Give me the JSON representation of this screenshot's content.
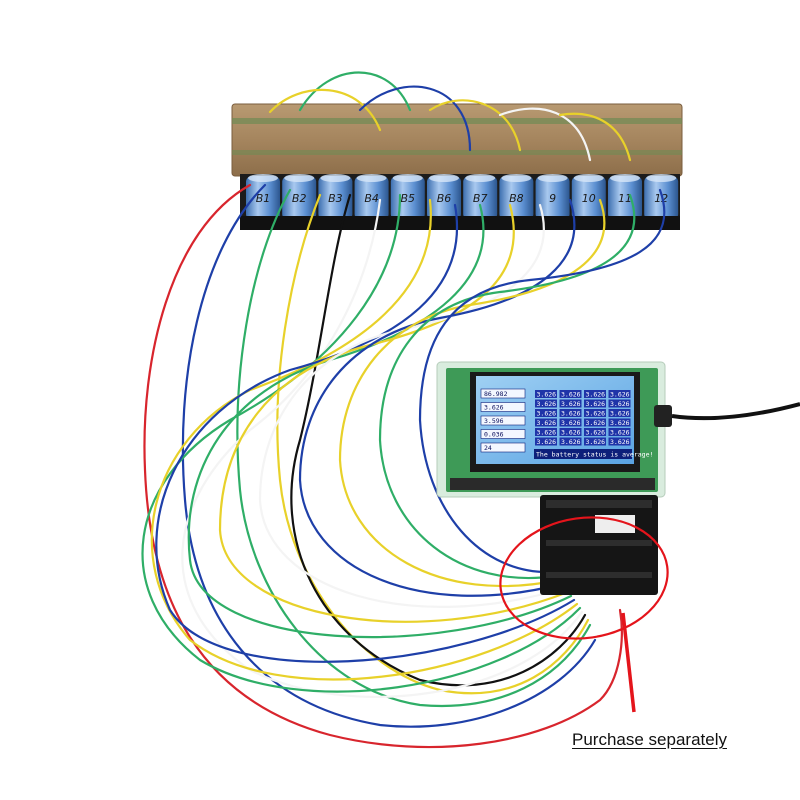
{
  "battery_pack": {
    "cell_labels": [
      "B1",
      "B2",
      "B3",
      "B4",
      "B5",
      "B6",
      "B7",
      "B8",
      "9",
      "10",
      "11",
      "12"
    ]
  },
  "display": {
    "left_values": [
      "86.982",
      "3.626",
      "3.596",
      "0.036",
      "24"
    ],
    "cell_voltages": [
      [
        "3.626",
        "3.626",
        "3.626",
        "3.626"
      ],
      [
        "3.626",
        "3.626",
        "3.626",
        "3.626"
      ],
      [
        "3.626",
        "3.626",
        "3.626",
        "3.626"
      ],
      [
        "3.626",
        "3.626",
        "3.626",
        "3.626"
      ],
      [
        "3.626",
        "3.626",
        "3.626",
        "3.626"
      ],
      [
        "3.626",
        "3.626",
        "3.626",
        "3.626"
      ]
    ],
    "status_message": "The battery status is average!"
  },
  "annotation": {
    "caption": "Purchase separately",
    "highlight_color": "#e4141b"
  }
}
